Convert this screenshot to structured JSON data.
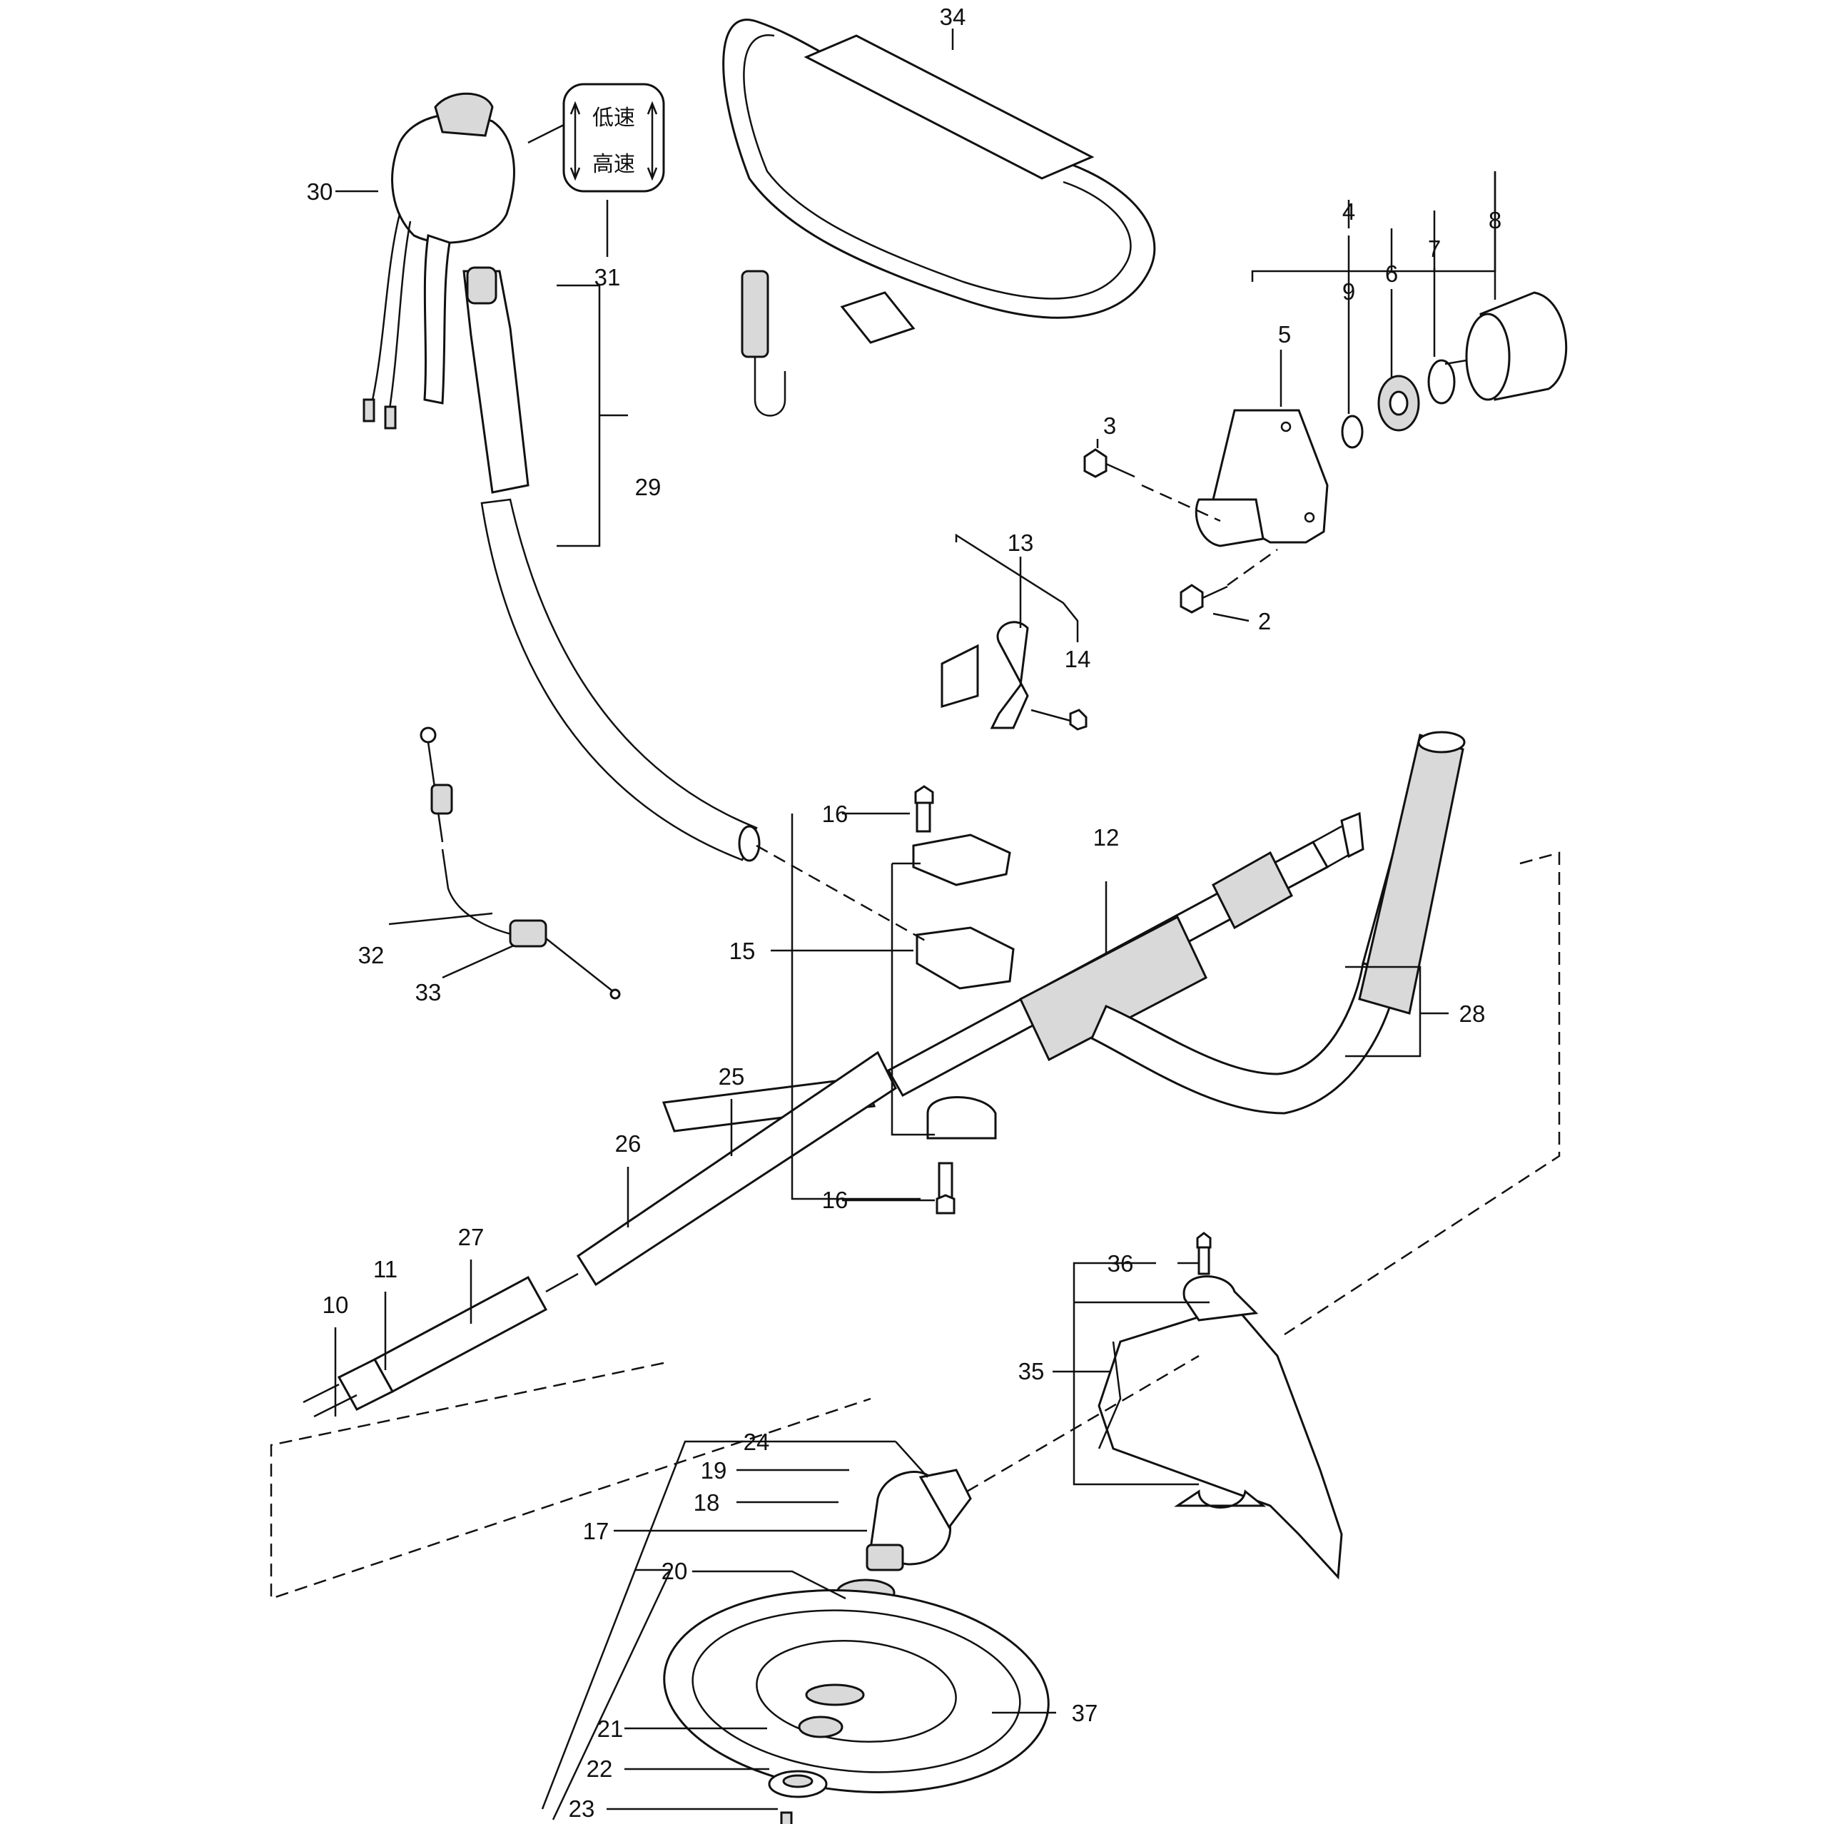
{
  "decal": {
    "low_speed": "低速",
    "high_speed": "高速"
  },
  "labels": {
    "l2": "2",
    "l3": "3",
    "l4": "4",
    "l5": "5",
    "l6": "6",
    "l7": "7",
    "l8": "8",
    "l9": "9",
    "l10": "10",
    "l11": "11",
    "l12": "12",
    "l13": "13",
    "l14": "14",
    "l15": "15",
    "l16a": "16",
    "l16b": "16",
    "l17": "17",
    "l18": "18",
    "l19": "19",
    "l20": "20",
    "l21": "21",
    "l22": "22",
    "l23": "23",
    "l24": "24",
    "l25": "25",
    "l26": "26",
    "l27": "27",
    "l28": "28",
    "l29": "29",
    "l30": "30",
    "l31": "31",
    "l32": "32",
    "l33": "33",
    "l34": "34",
    "l35": "35",
    "l36": "36",
    "l37": "37"
  }
}
